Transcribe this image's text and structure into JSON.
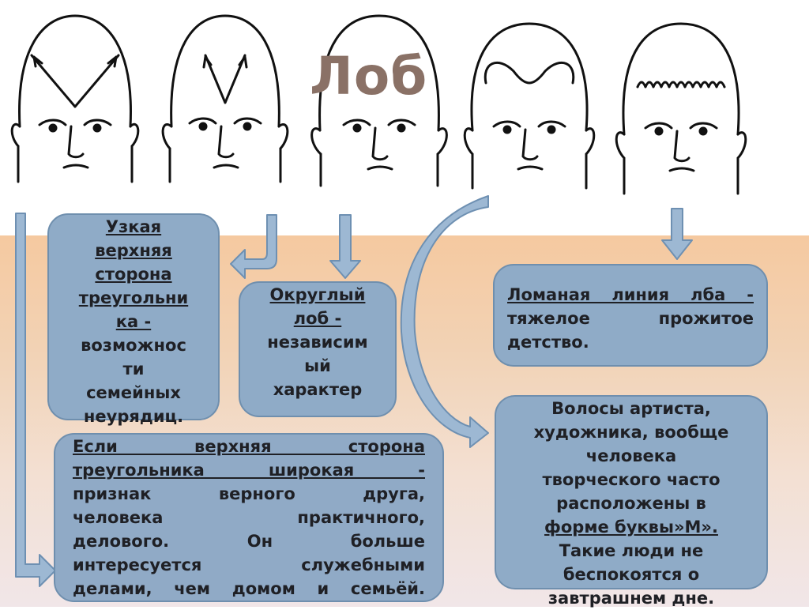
{
  "title": "Лоб",
  "box1": {
    "lines": [
      "Узкая",
      "верхняя",
      "сторона",
      "треугольни",
      "ка -",
      "возможнос",
      "ти",
      "семейных",
      "неурядиц."
    ]
  },
  "box2": {
    "lines": [
      "Округлый",
      "лоб -",
      "независим",
      "ый",
      "характер"
    ]
  },
  "box3": {
    "lines": [
      "Ломаная линия лба -",
      "тяжелое прожитое",
      "детство."
    ]
  },
  "box4": {
    "lines": [
      "Если верхняя сторона",
      "треугольника широкая -",
      "признак верного друга,",
      "человека практичного,",
      "делового. Он больше",
      "интересуется служебными",
      "делами, чем домом и семьёй."
    ]
  },
  "box5": {
    "lines": [
      "Волосы артиста,",
      "художника, вообще",
      "человека",
      "творческого часто",
      "расположены в",
      "форме буквы»М».",
      "Такие люди не",
      "беспокоятся о",
      "завтрашнем дне."
    ]
  }
}
